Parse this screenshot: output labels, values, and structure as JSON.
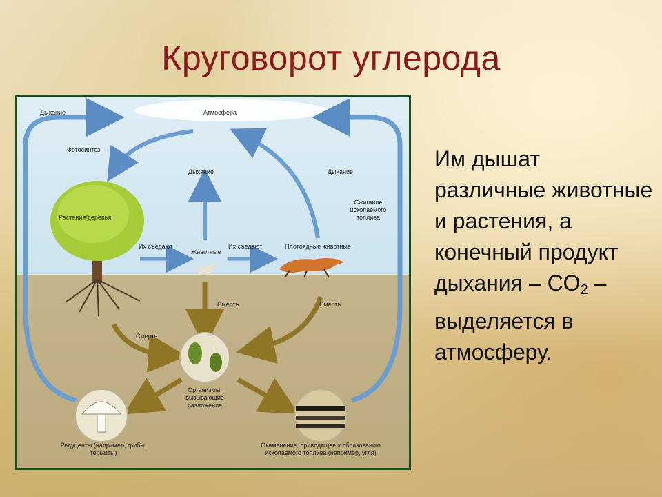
{
  "title": "Круговорот углерода",
  "diagram": {
    "labels": {
      "respiration_left": "Дыхание",
      "atmosphere": "Атмосфера",
      "photosynthesis": "Фотосинтез",
      "respiration_mid": "Дыхание",
      "respiration_right": "Дыхание",
      "combustion": "Сжигание ископаемого топлива",
      "plants": "Растения/деревья",
      "eaten_1": "Их съедают",
      "animals": "Животные",
      "eaten_2": "Их съедают",
      "carnivores": "Плотоядные животные",
      "death_mid": "Смерть",
      "death_right": "Смерть",
      "death_left": "Смерть",
      "decomposers_org": "Организмы, вызывающие разложение",
      "reducers": "Редуценты (например, грибы, термиты)",
      "fossilization": "Окаменение, приводящее к образованию ископаемого топлива (например, угля)"
    }
  },
  "text": {
    "line1": "Им дышат различные животные и растения, а конечный продукт дыхания – CO",
    "sub": "2",
    "line2": " – выделяется в атмосферу."
  }
}
